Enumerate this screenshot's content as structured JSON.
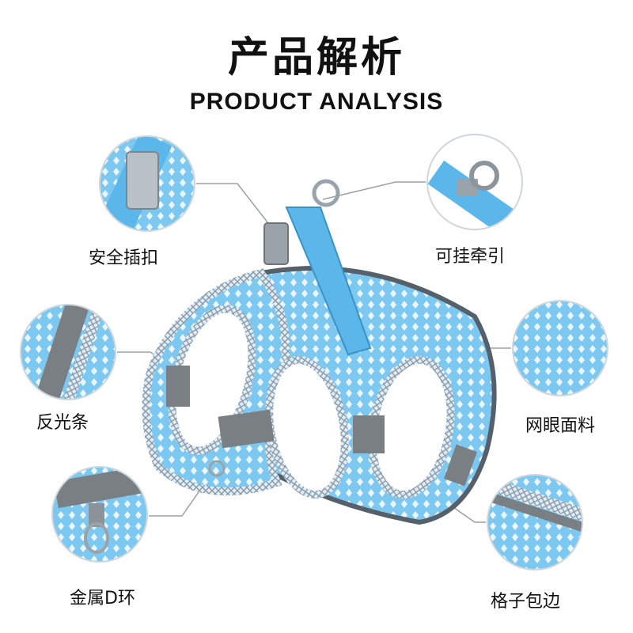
{
  "header": {
    "title_cn": "产品解析",
    "title_en": "PRODUCT ANALYSIS"
  },
  "features": {
    "buckle": "安全插扣",
    "reflective": "反光条",
    "d_ring": "金属D环",
    "leash_ring": "可挂牵引",
    "mesh": "网眼面料",
    "binding": "格子包边"
  },
  "colors": {
    "harness_blue": "#7cc8f0",
    "mesh_dot": "#ffffff",
    "reflective_gray": "#7a7f84",
    "callout_line": "#9aa0a6",
    "circle_border": "#cfd6dc"
  }
}
